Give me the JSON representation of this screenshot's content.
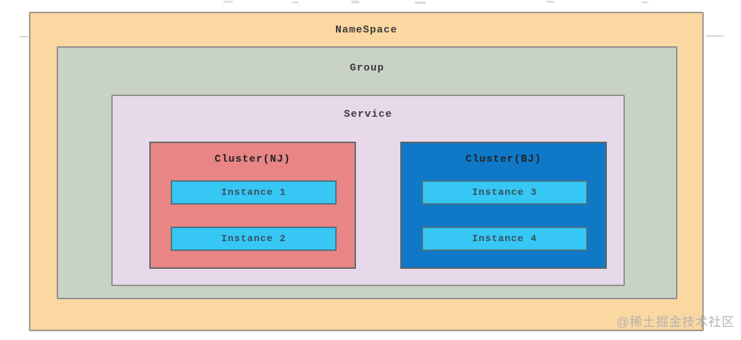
{
  "diagram": {
    "title_hint": "Nacos registry hierarchy diagram",
    "namespace": {
      "label": "NameSpace",
      "fill": "#fbd7a1"
    },
    "group": {
      "label": "Group",
      "fill": "#c8d2c5"
    },
    "service": {
      "label": "Service",
      "fill": "#e7d9ea"
    },
    "clusters": [
      {
        "label": "Cluster(NJ)",
        "fill": "#e98585",
        "instances": [
          {
            "label": "Instance 1"
          },
          {
            "label": "Instance 2"
          }
        ]
      },
      {
        "label": "Cluster(BJ)",
        "fill": "#0f79c8",
        "instances": [
          {
            "label": "Instance 3"
          },
          {
            "label": "Instance 4"
          }
        ]
      }
    ],
    "instance_fill": "#37c7f4"
  },
  "watermark": {
    "text": "@稀土掘金技术社区",
    "color": "#b5b2af"
  }
}
